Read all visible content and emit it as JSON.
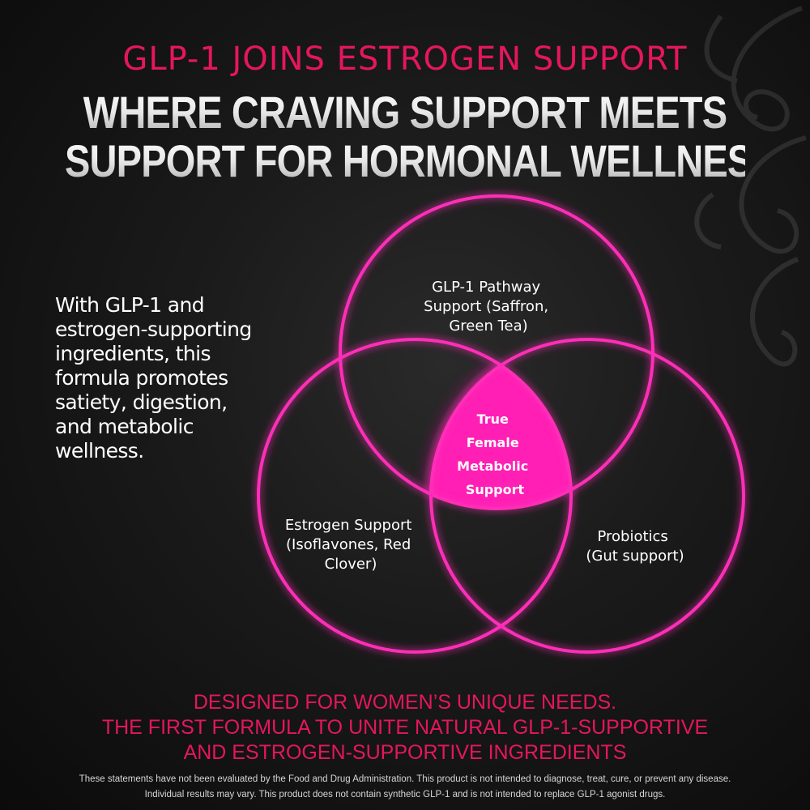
{
  "header": {
    "kicker": "GLP-1 JOINS ESTROGEN SUPPORT",
    "headline_line1": "WHERE CRAVING SUPPORT MEETS",
    "headline_line2": "SUPPORT FOR HORMONAL WELLNESS"
  },
  "intro": {
    "lines": [
      "With GLP-1 and",
      "estrogen-supporting",
      "ingredients, this",
      "formula promotes",
      "satiety, digestion,",
      "and metabolic",
      "wellness."
    ]
  },
  "venn": {
    "top_circle": [
      "GLP-1 Pathway",
      "Support (Saffron,",
      "Green Tea)"
    ],
    "left_circle": [
      "Estrogen Support",
      "(Isoflavones, Red",
      "Clover)"
    ],
    "right_circle": [
      "Probiotics",
      "(Gut support)"
    ],
    "center": [
      "True",
      "Female",
      "Metabolic",
      "Support"
    ]
  },
  "tagline": {
    "line1": "DESIGNED FOR WOMEN’S UNIQUE NEEDS.",
    "line2": "THE FIRST FORMULA TO UNITE NATURAL GLP-1-SUPPORTIVE",
    "line3": "AND ESTROGEN-SUPPORTIVE INGREDIENTS"
  },
  "disclaimer": {
    "line1": "These statements have not been evaluated by the Food and Drug Administration. This product is not intended to diagnose, treat, cure, or prevent any disease.",
    "line2": "Individual results may vary. This product does not contain synthetic GLP-1 and is not intended to replace GLP-1 agonist drugs."
  },
  "colors": {
    "accent_pink": "#e5165e",
    "circle_stroke": "#ff2fb8",
    "center_fill": "#ff1fb4",
    "background": "#141414",
    "text": "#ffffff"
  },
  "icons": {
    "decoration": "flourish-ornament"
  }
}
